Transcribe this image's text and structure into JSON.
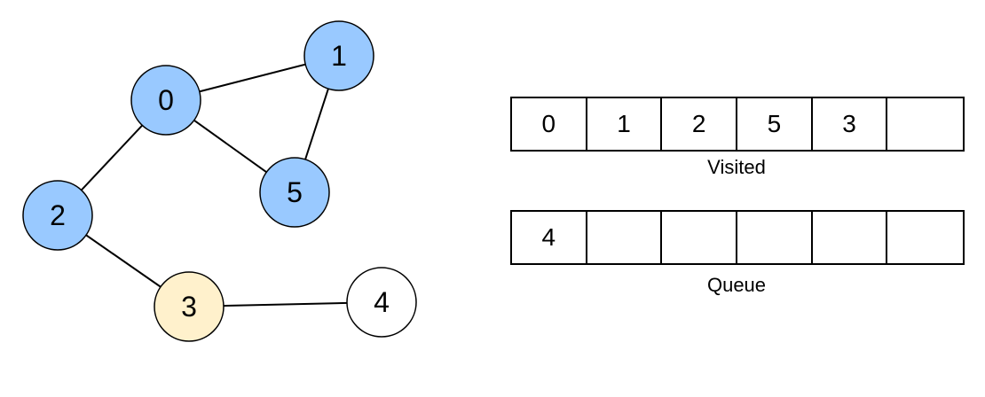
{
  "graph": {
    "nodes": [
      {
        "id": "0",
        "label": "0",
        "state": "visited"
      },
      {
        "id": "1",
        "label": "1",
        "state": "visited"
      },
      {
        "id": "2",
        "label": "2",
        "state": "visited"
      },
      {
        "id": "3",
        "label": "3",
        "state": "current"
      },
      {
        "id": "4",
        "label": "4",
        "state": "unvisited"
      },
      {
        "id": "5",
        "label": "5",
        "state": "visited"
      }
    ],
    "edges": [
      [
        "0",
        "1"
      ],
      [
        "0",
        "5"
      ],
      [
        "1",
        "5"
      ],
      [
        "0",
        "2"
      ],
      [
        "2",
        "3"
      ],
      [
        "3",
        "4"
      ]
    ]
  },
  "colors": {
    "visited": "#99c9ff",
    "current": "#fff1cc",
    "unvisited": "#ffffff",
    "stroke": "#000000"
  },
  "visited": {
    "caption": "Visited",
    "cells": [
      "0",
      "1",
      "2",
      "5",
      "3",
      ""
    ]
  },
  "queue": {
    "caption": "Queue",
    "cells": [
      "4",
      "",
      "",
      "",
      "",
      ""
    ]
  }
}
